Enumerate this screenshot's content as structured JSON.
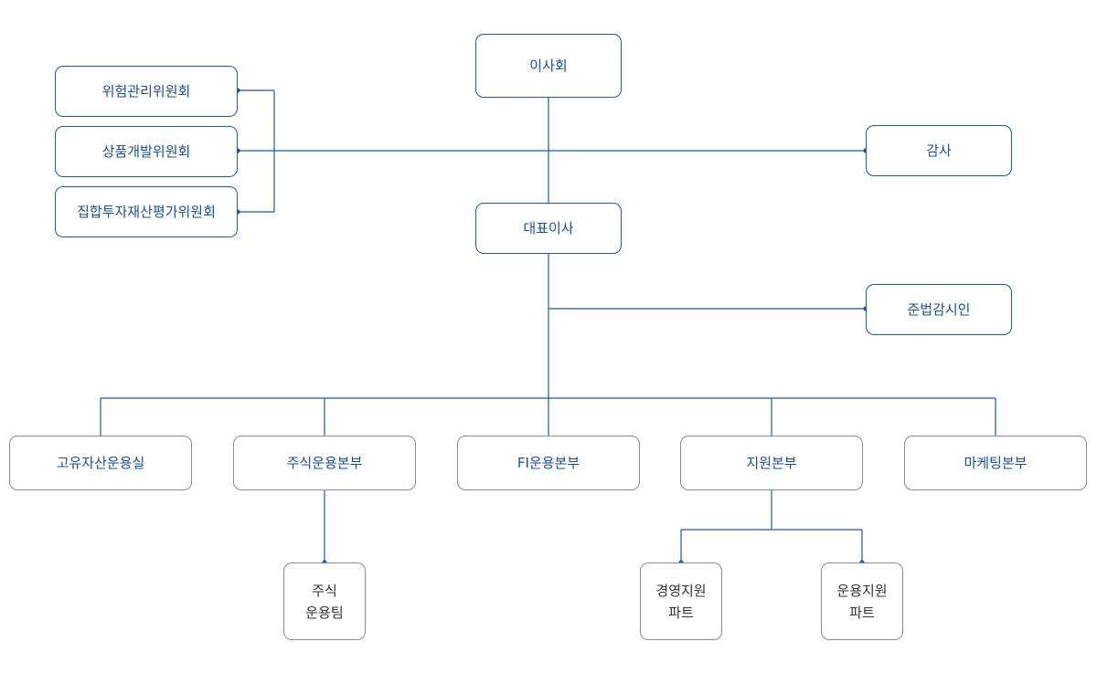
{
  "colors": {
    "line": "#1a5aa6",
    "blue_border": "#1a5aa6",
    "blue_text": "#1a4f99",
    "gray_border": "#8c8c8c",
    "dark_text": "#333333"
  },
  "top": {
    "board": "이사회",
    "audit": "감사",
    "ceo": "대표이사",
    "compliance": "준법감시인"
  },
  "committees": [
    "위험관리위원회",
    "상품개발위원회",
    "집합투자재산평가위원회"
  ],
  "divisions": [
    "고유자산운용실",
    "주식운용본부",
    "FI운용본부",
    "지원본부",
    "마케팅본부"
  ],
  "teams": {
    "equity_team_line1": "주식",
    "equity_team_line2": "운용팀",
    "mgmt_support_line1": "경영지원",
    "mgmt_support_line2": "파트",
    "ops_support_line1": "운용지원",
    "ops_support_line2": "파트"
  }
}
